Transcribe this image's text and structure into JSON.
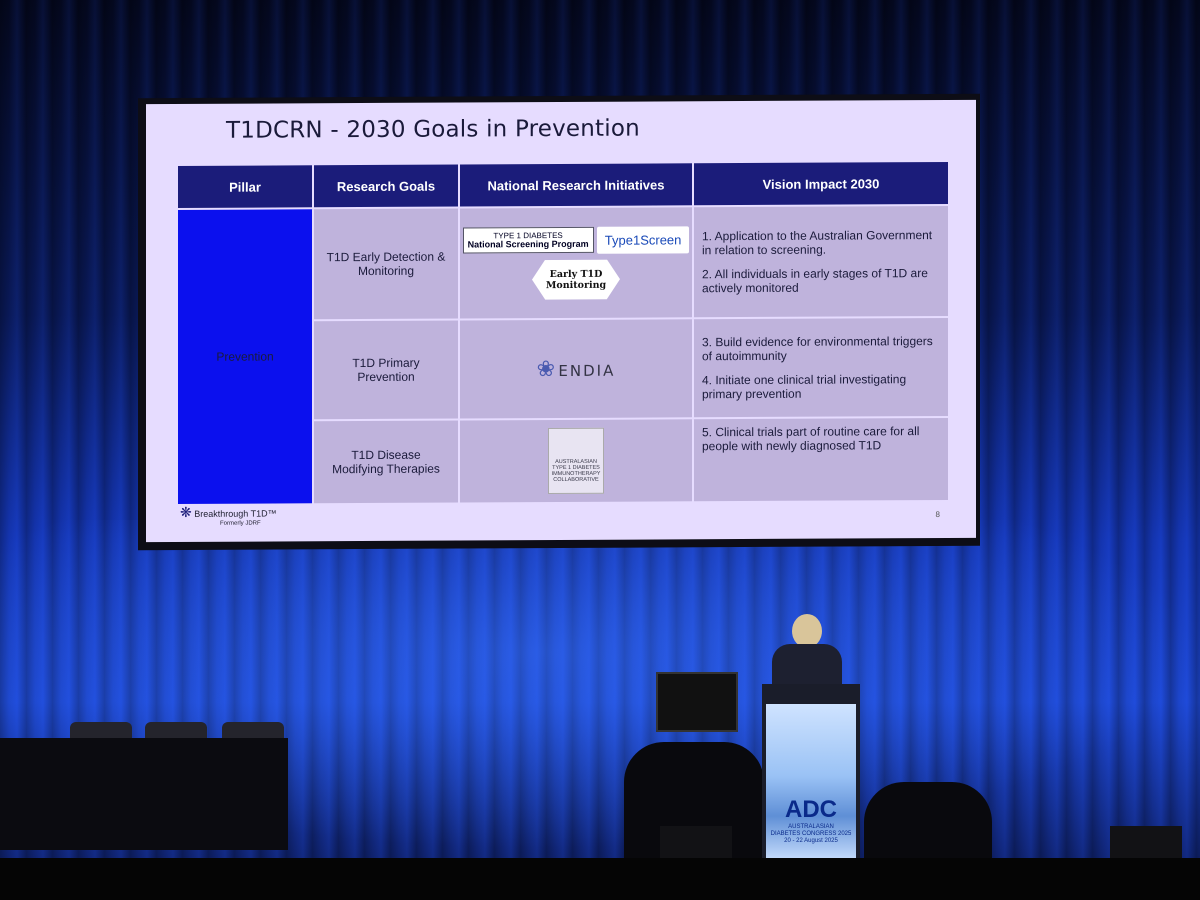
{
  "slide": {
    "title": "T1DCRN - 2030 Goals in Prevention",
    "headers": [
      "Pillar",
      "Research Goals",
      "National Research Initiatives",
      "Vision Impact 2030"
    ],
    "pillar": "Prevention",
    "rows": [
      {
        "goal": "T1D Early Detection & Monitoring",
        "initiatives": {
          "logo1_line1": "TYPE 1 DIABETES",
          "logo1_line2": "National Screening Program",
          "logo2": "Type1Screen",
          "hex": "Early T1D Monitoring"
        },
        "vision": [
          "1. Application to the Australian Government in relation to screening.",
          "2. All individuals in early stages of T1D are actively monitored"
        ]
      },
      {
        "goal": "T1D Primary Prevention",
        "initiatives": {
          "logo": "ENDIA"
        },
        "vision": [
          "3. Build evidence for environmental triggers of autoimmunity",
          "4. Initiate one clinical trial investigating primary prevention"
        ]
      },
      {
        "goal": "T1D Disease Modifying Therapies",
        "initiatives": {
          "logo": "AUSTRALASIAN TYPE 1 DIABETES IMMUNOTHERAPY COLLABORATIVE"
        },
        "vision": [
          "5. Clinical trials part of routine care for all people with newly diagnosed T1D"
        ]
      }
    ],
    "brand": "Breakthrough T1D™",
    "brand_sub": "Formerly JDRF",
    "page_number": "8"
  },
  "podium": {
    "logo": "ADC",
    "line1": "AUSTRALASIAN",
    "line2": "DIABETES CONGRESS 2025",
    "line3": "20 - 22 August 2025"
  },
  "colors": {
    "header": "#1b1c7a",
    "pillar": "#0b10ee",
    "cell": "#bfb3dc",
    "slide_bg": "#e6dcff"
  }
}
